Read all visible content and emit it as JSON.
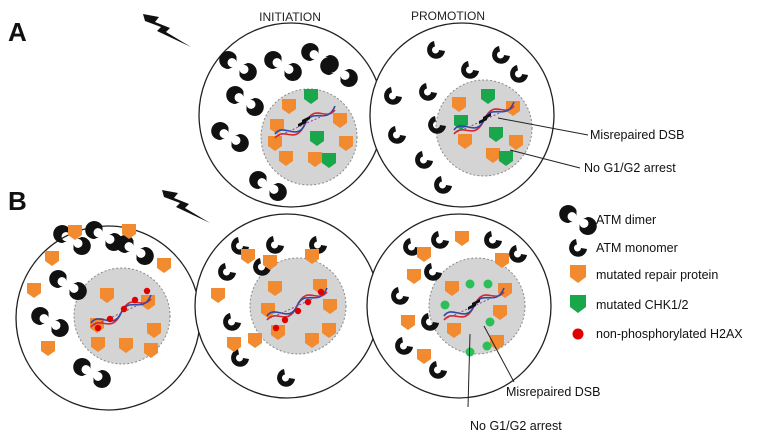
{
  "panels": {
    "a": "A",
    "b": "B"
  },
  "stages": {
    "initiation": "INITIATION",
    "promotion": "PROMOTION"
  },
  "annotations": {
    "misrepaired_dsb": "Misrepaired DSB",
    "no_arrest": "No G1/G2 arrest"
  },
  "legend": {
    "atm_dimer": "ATM dimer",
    "atm_monomer": "ATM monomer",
    "mutated_repair": "mutated repair protein",
    "mutated_chk": "mutated CHK1/2",
    "non_phos_h2ax": "non-phosphorylated H2AX"
  },
  "colors": {
    "atm": "#111111",
    "repair_protein": "#f28a30",
    "chk": "#1aa64a",
    "h2ax_red": "#e00000",
    "h2ax_green": "#2bbf5a",
    "nucleus": "#d4d4d4",
    "dna_red": "#d8262c",
    "dna_blue": "#2b4aa8"
  },
  "icons": [
    "lightning-bolt-icon",
    "atm-dimer-icon",
    "atm-monomer-icon",
    "repair-protein-icon",
    "chk-icon",
    "h2ax-icon"
  ]
}
